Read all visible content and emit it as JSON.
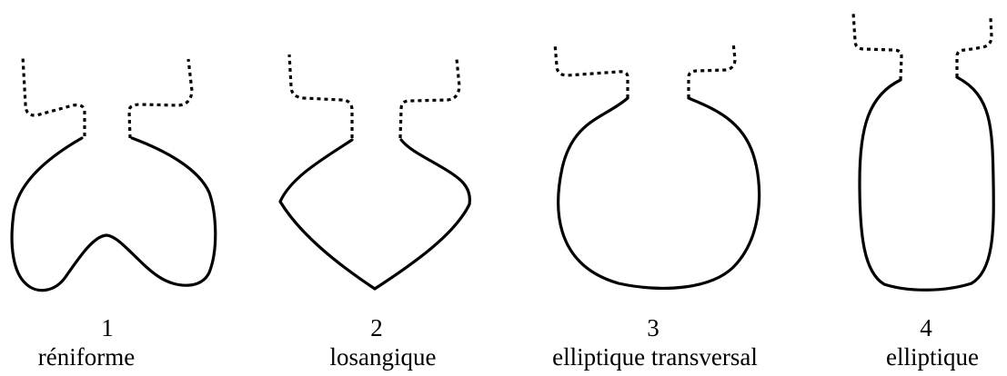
{
  "figure": {
    "shapes": [
      {
        "number": "1",
        "name": "réniforme"
      },
      {
        "number": "2",
        "name": "losangique"
      },
      {
        "number": "3",
        "name": "elliptique transversal"
      },
      {
        "number": "4",
        "name": "elliptique"
      }
    ]
  }
}
